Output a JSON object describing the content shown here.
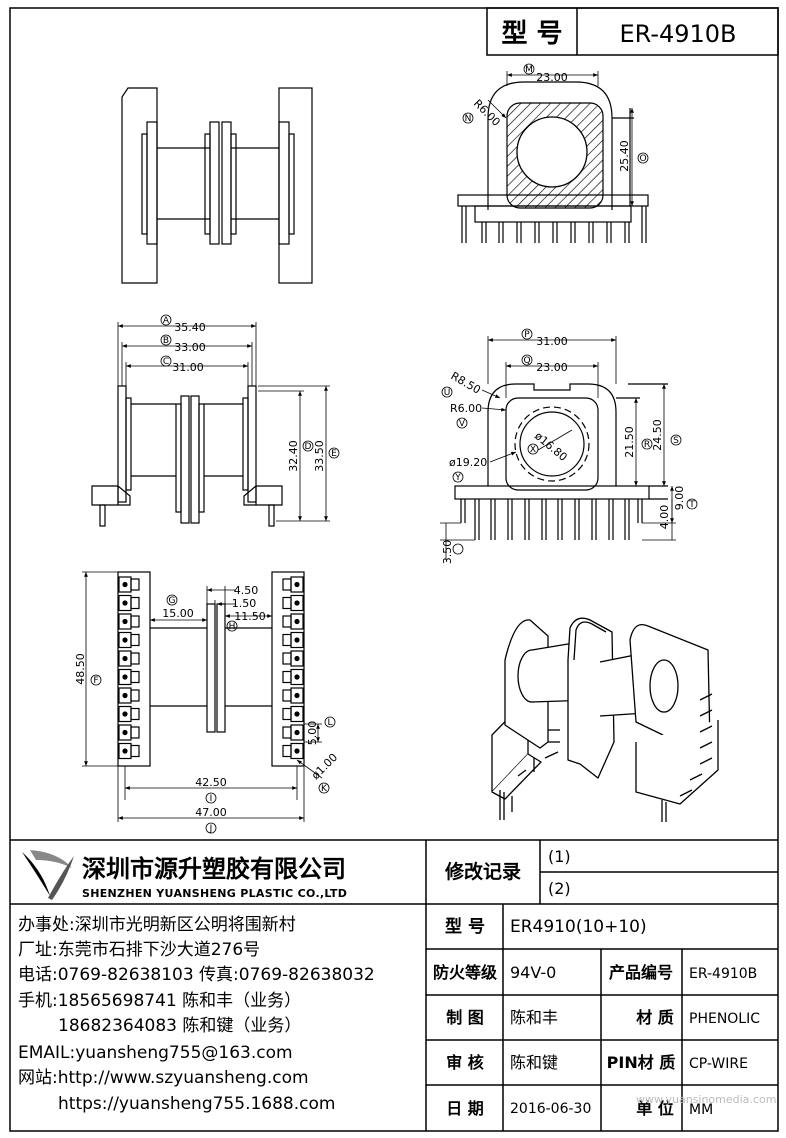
{
  "header": {
    "model_label": "型 号",
    "model_value": "ER-4910B"
  },
  "dimensions": {
    "top_right": [
      {
        "id": "M",
        "value": "23.00"
      },
      {
        "id": "N",
        "value": "R6.00"
      },
      {
        "id": "O",
        "value": "25.40"
      }
    ],
    "mid_left": [
      {
        "id": "A",
        "value": "35.40"
      },
      {
        "id": "B",
        "value": "33.00"
      },
      {
        "id": "C",
        "value": "31.00"
      },
      {
        "id": "D",
        "value": "32.40"
      },
      {
        "id": "E",
        "value": "33.50"
      }
    ],
    "mid_right": [
      {
        "id": "P",
        "value": "31.00"
      },
      {
        "id": "Q",
        "value": "23.00"
      },
      {
        "id": "U",
        "value": "R8.50"
      },
      {
        "id": "V",
        "value": "R6.00"
      },
      {
        "id": "X",
        "value": "ø16.80"
      },
      {
        "id": "Y",
        "value": "ø19.20"
      },
      {
        "id": "R",
        "value": "21.50"
      },
      {
        "id": "S",
        "value": "24.50"
      },
      {
        "id": "T",
        "value": "9.00"
      },
      {
        "id": "",
        "value": "4.00"
      },
      {
        "id": "",
        "value": "3.50"
      }
    ],
    "bottom_left": [
      {
        "id": "F",
        "value": "48.50"
      },
      {
        "id": "G",
        "value": "15.00"
      },
      {
        "id": "",
        "value": "4.50"
      },
      {
        "id": "",
        "value": "1.50"
      },
      {
        "id": "H",
        "value": "11.50"
      },
      {
        "id": "L",
        "value": "5.00"
      },
      {
        "id": "K",
        "value": "ø1.00"
      },
      {
        "id": "I",
        "value": "42.50"
      },
      {
        "id": "J",
        "value": "47.00"
      }
    ]
  },
  "company": {
    "name_cn": "深圳市源升塑胶有限公司",
    "name_en": "SHENZHEN YUANSHENG PLASTIC CO.,LTD",
    "lines": [
      "办事处:深圳市光明新区公明将围新村",
      "厂址:东莞市石排下沙大道276号",
      "电话:0769-82638103 传真:0769-82638032",
      "手机:18565698741 陈和丰（业务）",
      "18682364083 陈和键（业务）",
      "EMAIL:yuansheng755@163.com",
      "网站:http://www.szyuansheng.com",
      "https://yuansheng755.1688.com"
    ]
  },
  "revision": {
    "label": "修改记录",
    "rows": [
      "(1)",
      "(2)"
    ]
  },
  "spec": {
    "model_label": "型 号",
    "model_value": "ER4910(10+10)",
    "fire_label": "防火等级",
    "fire_value": "94V-0",
    "product_no_label": "产品编号",
    "product_no_value": "ER-4910B",
    "drawn_label": "制 图",
    "drawn_value": "陈和丰",
    "material_label": "材 质",
    "material_value": "PHENOLIC",
    "check_label": "审 核",
    "check_value": "陈和键",
    "pin_label": "PIN材 质",
    "pin_value": "CP-WIRE",
    "date_label": "日 期",
    "date_value": "2016-06-30",
    "unit_label": "单 位",
    "unit_value": "MM"
  },
  "watermark": "www.yuansinomedia.com"
}
